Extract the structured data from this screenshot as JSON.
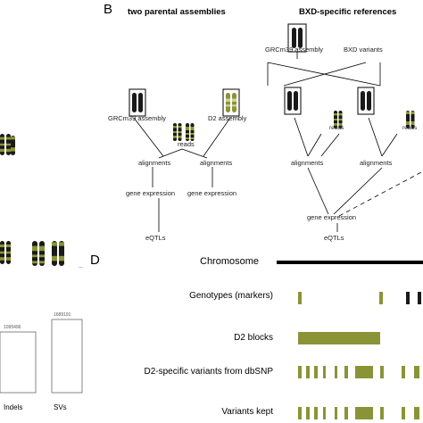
{
  "colors": {
    "olive": "#8a9437",
    "dark": "#1a1a1a",
    "line": "#000000",
    "box": "#e8e8e8"
  },
  "panel_b": {
    "letter": "B",
    "left_title": "two parental assemblies",
    "right_title": "BXD-specific references",
    "left": {
      "grcm_label": "GRCm39 assembly",
      "d2_label": "D2 assembly",
      "reads": "reads",
      "align_left": "alignments",
      "align_right": "alignments",
      "gene_left": "gene expression",
      "gene_right": "gene expression",
      "eqtl": "eQTLs"
    },
    "right": {
      "grcm_label": "GRCm39 assembly",
      "bxd_label": "BXD variants",
      "reads_left": "reads",
      "reads_right": "reads",
      "align_left": "alignments",
      "align_right": "alignments",
      "gene": "gene expression",
      "eqtl": "eQTLs"
    }
  },
  "panel_c": {
    "bar1_value": "1095496",
    "bar2_value": "1689191",
    "bar1_label": "Indels",
    "bar2_label": "SVs"
  },
  "panel_d": {
    "letter": "D",
    "chromosome": "Chromosome",
    "genotypes": "Genotypes (markers)",
    "d2_blocks": "D2 blocks",
    "d2_variants": "D2-specific variants from dbSNP",
    "variants_kept": "Variants kept"
  }
}
